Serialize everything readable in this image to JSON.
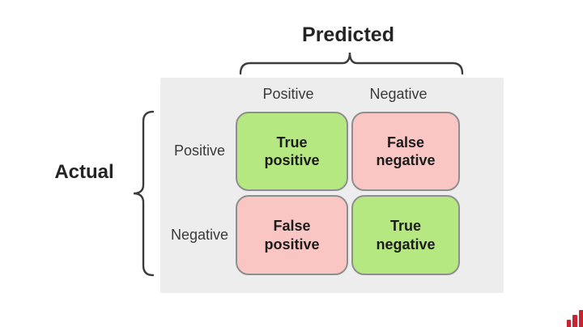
{
  "axes": {
    "predicted_label": "Predicted",
    "actual_label": "Actual",
    "column_labels": [
      "Positive",
      "Negative"
    ],
    "row_labels": [
      "Positive",
      "Negative"
    ]
  },
  "cells": [
    {
      "id": "true-positive",
      "label": "True\npositive",
      "outcome": "correct"
    },
    {
      "id": "false-negative",
      "label": "False\nnegative",
      "outcome": "incorrect"
    },
    {
      "id": "false-positive",
      "label": "False\npositive",
      "outcome": "incorrect"
    },
    {
      "id": "true-negative",
      "label": "True\nnegative",
      "outcome": "correct"
    }
  ],
  "colors": {
    "correct_cell": "#b5e881",
    "incorrect_cell": "#f9c6c3",
    "cell_border": "#8e8e8e",
    "panel_background": "#ededed",
    "brace_stroke": "#3c3c3c",
    "text_dark": "#1c1c1c",
    "label_gray": "#3a3a3a",
    "logo_red": "#c92433"
  },
  "icons": {
    "bottom_right_logo": "bar-chart-icon"
  }
}
